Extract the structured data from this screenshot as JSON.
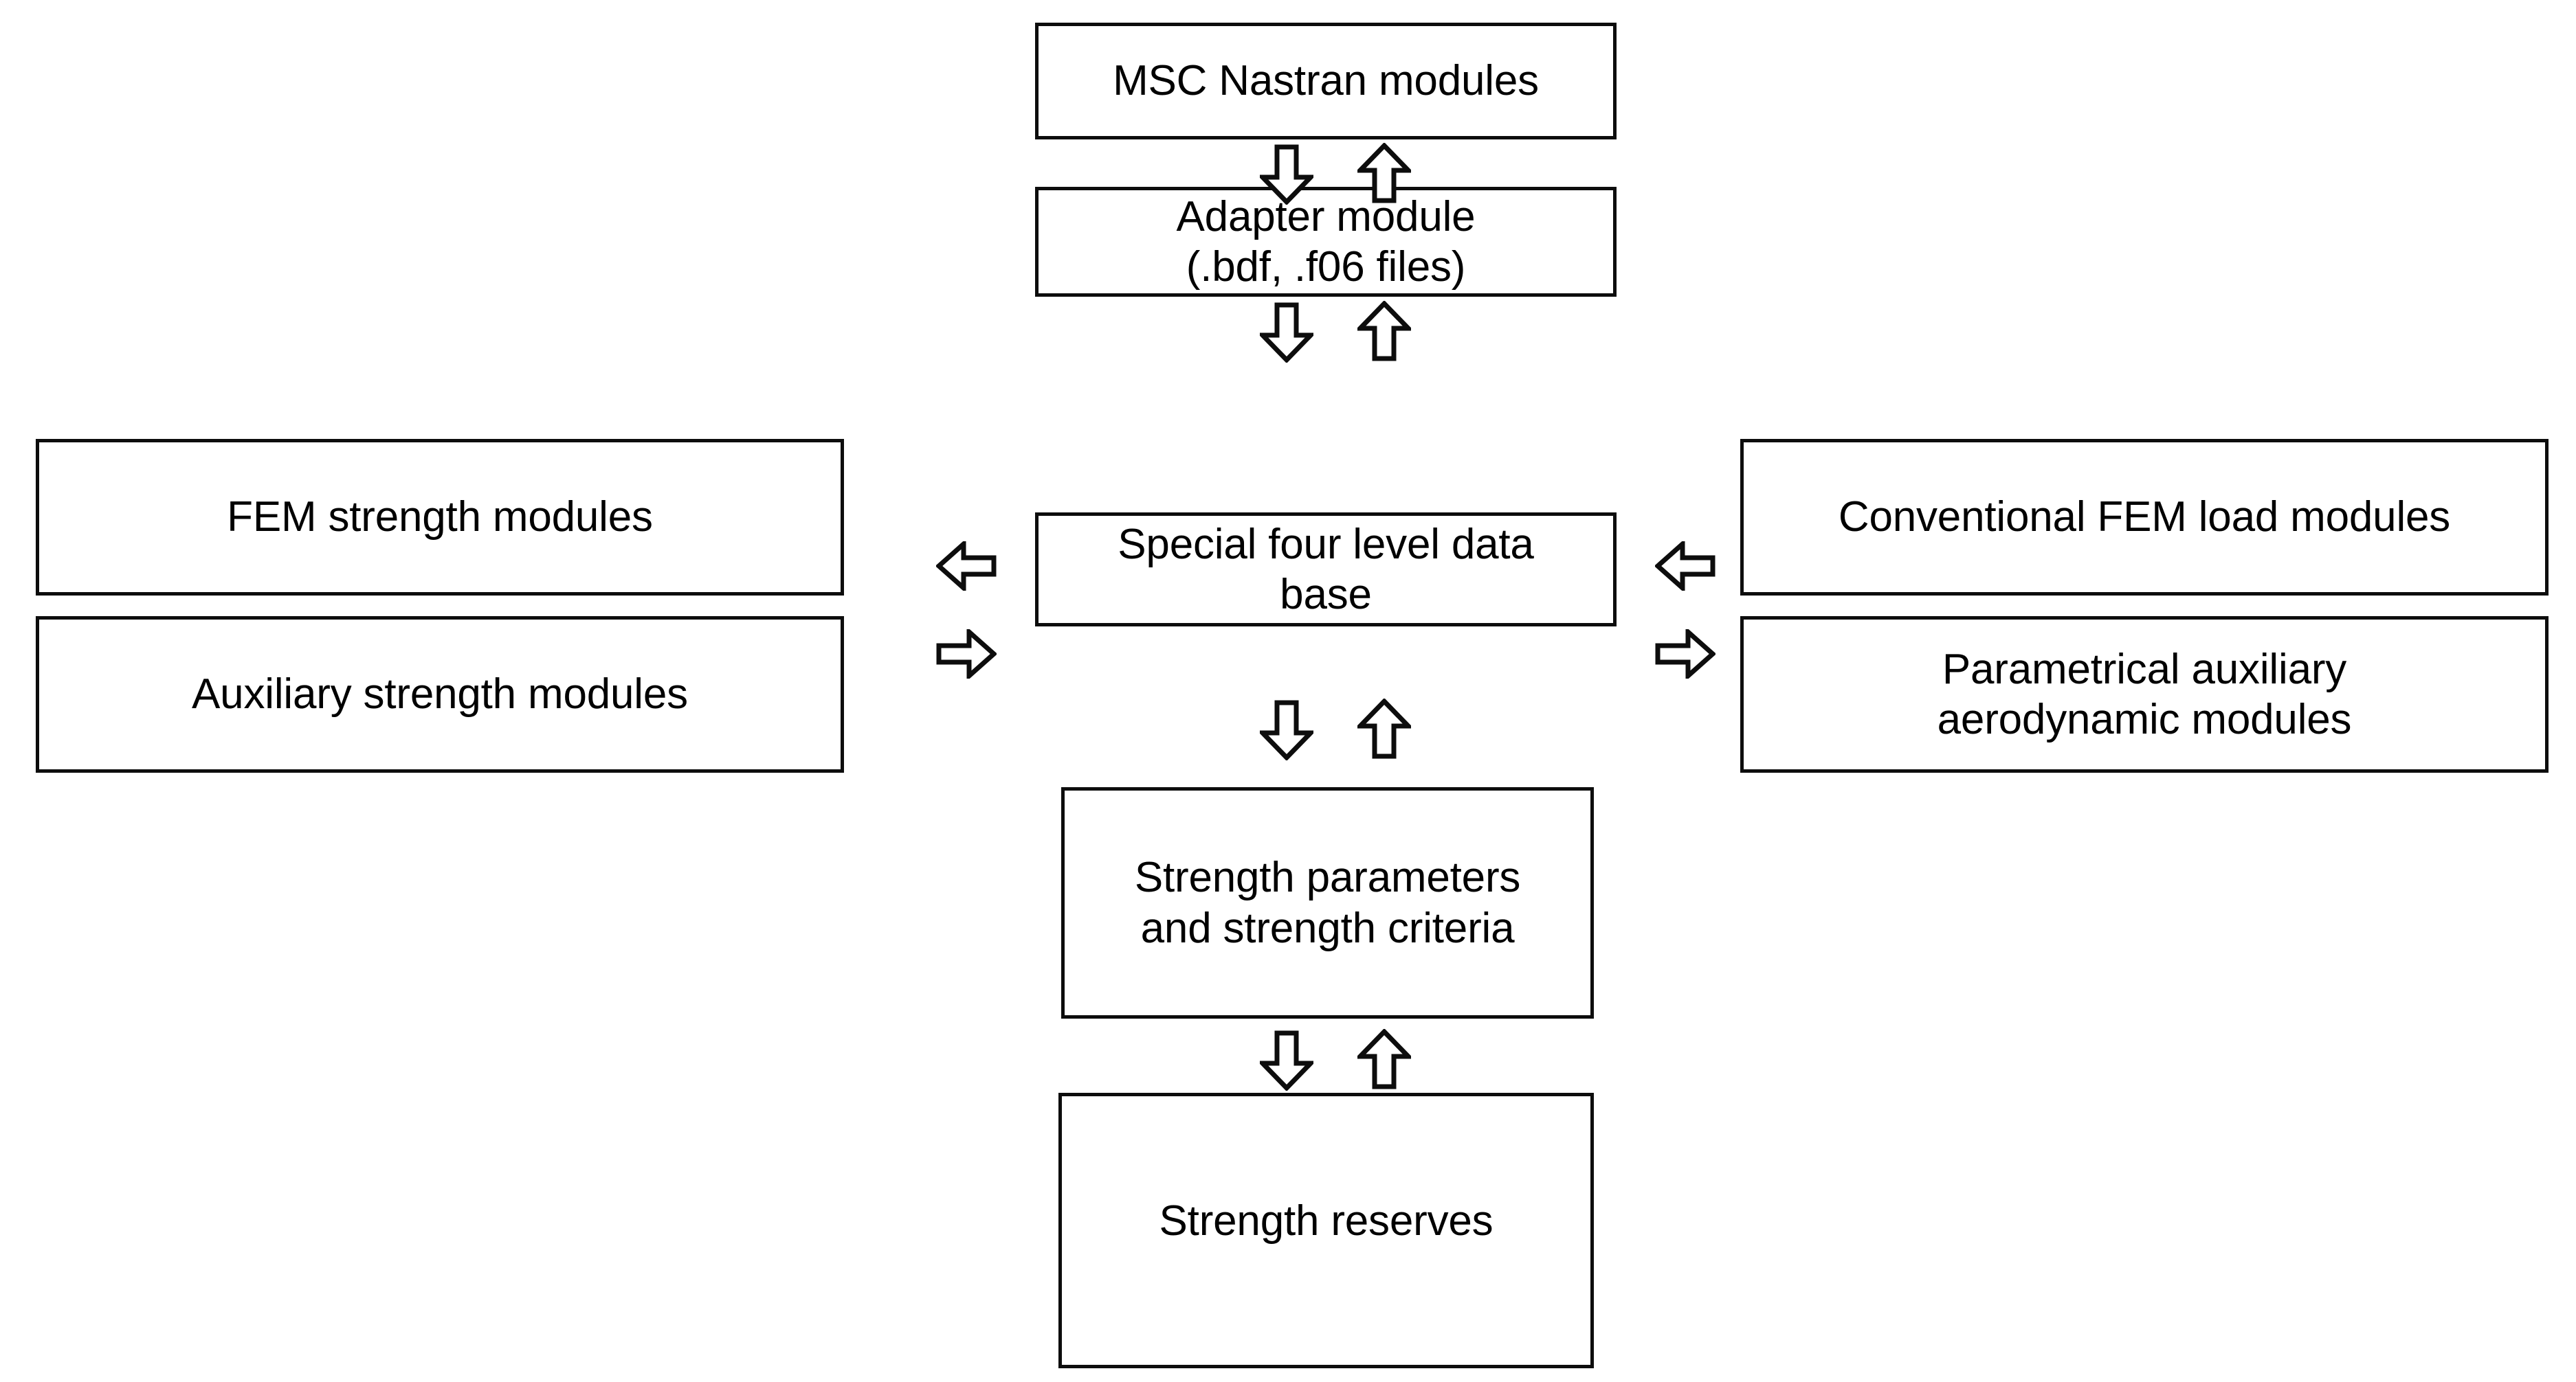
{
  "diagram": {
    "title": "Strength analysis software architecture block diagram",
    "background_color": "#ffffff",
    "line_color": "#0d0d0d",
    "text_color": "#000000",
    "nodes": {
      "nastran": {
        "label": "MSC Nastran modules"
      },
      "adapter": {
        "label": "Adapter module\n(.bdf, .f06 files)"
      },
      "database": {
        "label": "Special four level  data\nbase"
      },
      "parameters": {
        "label": "Strength parameters\nand strength criteria"
      },
      "reserves": {
        "label": "Strength reserves"
      },
      "fem_strength": {
        "label": "FEM strength modules"
      },
      "aux_strength": {
        "label": "Auxiliary strength modules"
      },
      "conventional_load": {
        "label": "Conventional FEM load  modules"
      },
      "parametrical_aero": {
        "label": "Parametrical auxiliary\naerodynamic modules"
      }
    },
    "connectors": [
      {
        "id": "nastran-to-adapter",
        "icon": "arrow-down-icon",
        "from": "nastran",
        "to": "adapter",
        "direction": "down"
      },
      {
        "id": "adapter-to-nastran",
        "icon": "arrow-up-icon",
        "from": "adapter",
        "to": "nastran",
        "direction": "up"
      },
      {
        "id": "adapter-to-database",
        "icon": "arrow-down-icon",
        "from": "adapter",
        "to": "database",
        "direction": "down"
      },
      {
        "id": "database-to-adapter",
        "icon": "arrow-up-icon",
        "from": "database",
        "to": "adapter",
        "direction": "up"
      },
      {
        "id": "database-to-parameters",
        "icon": "arrow-down-icon",
        "from": "database",
        "to": "parameters",
        "direction": "down"
      },
      {
        "id": "parameters-to-database",
        "icon": "arrow-up-icon",
        "from": "parameters",
        "to": "database",
        "direction": "up"
      },
      {
        "id": "parameters-to-reserves",
        "icon": "arrow-down-icon",
        "from": "parameters",
        "to": "reserves",
        "direction": "down"
      },
      {
        "id": "reserves-to-parameters",
        "icon": "arrow-up-icon",
        "from": "reserves",
        "to": "parameters",
        "direction": "up"
      },
      {
        "id": "database-to-left-modules",
        "icon": "arrow-left-icon",
        "from": "database",
        "to": "fem_strength",
        "direction": "left"
      },
      {
        "id": "left-modules-to-database",
        "icon": "arrow-right-icon",
        "from": "aux_strength",
        "to": "database",
        "direction": "right"
      },
      {
        "id": "right-modules-to-database",
        "icon": "arrow-left-icon",
        "from": "conventional_load",
        "to": "database",
        "direction": "left"
      },
      {
        "id": "database-to-right-modules",
        "icon": "arrow-right-icon",
        "from": "database",
        "to": "parametrical_aero",
        "direction": "right"
      }
    ]
  }
}
